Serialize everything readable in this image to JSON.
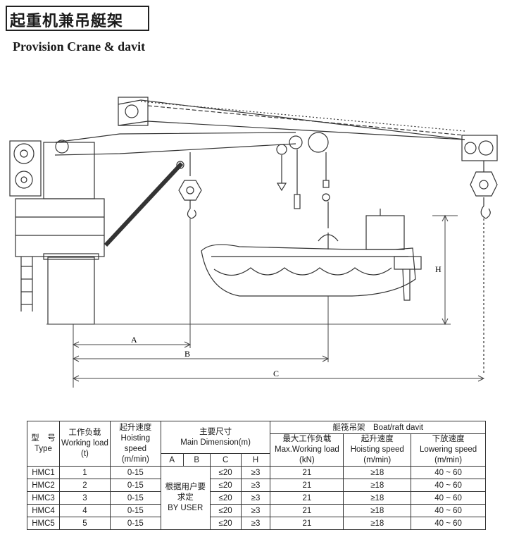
{
  "title": {
    "zh": "起重机兼吊艇架",
    "en": "Provision Crane & davit"
  },
  "drawing": {
    "dim_a": "A",
    "dim_b": "B",
    "dim_c": "C",
    "dim_h": "H"
  },
  "table": {
    "model_zh": "型　号",
    "model_en": "Type",
    "load_zh": "工作负载",
    "load_en": "Working load",
    "load_unit": "(t)",
    "speed_zh": "起升速度",
    "speed_en": "Hoisting speed",
    "speed_unit": "(m/min)",
    "dim_zh": "主要尺寸",
    "dim_en": "Main Dimension(m)",
    "col_a": "A",
    "col_b": "B",
    "col_c": "C",
    "col_h": "H",
    "davit_header": "艇筏吊架　Boat/raft davit",
    "davit_load_zh": "最大工作负载",
    "davit_load_en": "Max.Working load",
    "davit_load_unit": "(kN)",
    "davit_hoist_zh": "起升速度",
    "davit_hoist_en": "Hoisting speed",
    "davit_hoist_unit": "(m/min)",
    "davit_lower_zh": "下放速度",
    "davit_lower_en": "Lowering speed",
    "davit_lower_unit": "(m/min)",
    "ab_note_zh": "根据用户要求定",
    "ab_note_en": "BY USER",
    "rows": [
      {
        "type": "HMC1",
        "load": "1",
        "speed": "0-15",
        "c": "≤20",
        "h": "≥3",
        "davit_load": "21",
        "hoist": "≥18",
        "lower": "40 ~ 60"
      },
      {
        "type": "HMC2",
        "load": "2",
        "speed": "0-15",
        "c": "≤20",
        "h": "≥3",
        "davit_load": "21",
        "hoist": "≥18",
        "lower": "40 ~ 60"
      },
      {
        "type": "HMC3",
        "load": "3",
        "speed": "0-15",
        "c": "≤20",
        "h": "≥3",
        "davit_load": "21",
        "hoist": "≥18",
        "lower": "40 ~ 60"
      },
      {
        "type": "HMC4",
        "load": "4",
        "speed": "0-15",
        "c": "≤20",
        "h": "≥3",
        "davit_load": "21",
        "hoist": "≥18",
        "lower": "40 ~ 60"
      },
      {
        "type": "HMC5",
        "load": "5",
        "speed": "0-15",
        "c": "≤20",
        "h": "≥3",
        "davit_load": "21",
        "hoist": "≥18",
        "lower": "40 ~ 60"
      }
    ]
  }
}
